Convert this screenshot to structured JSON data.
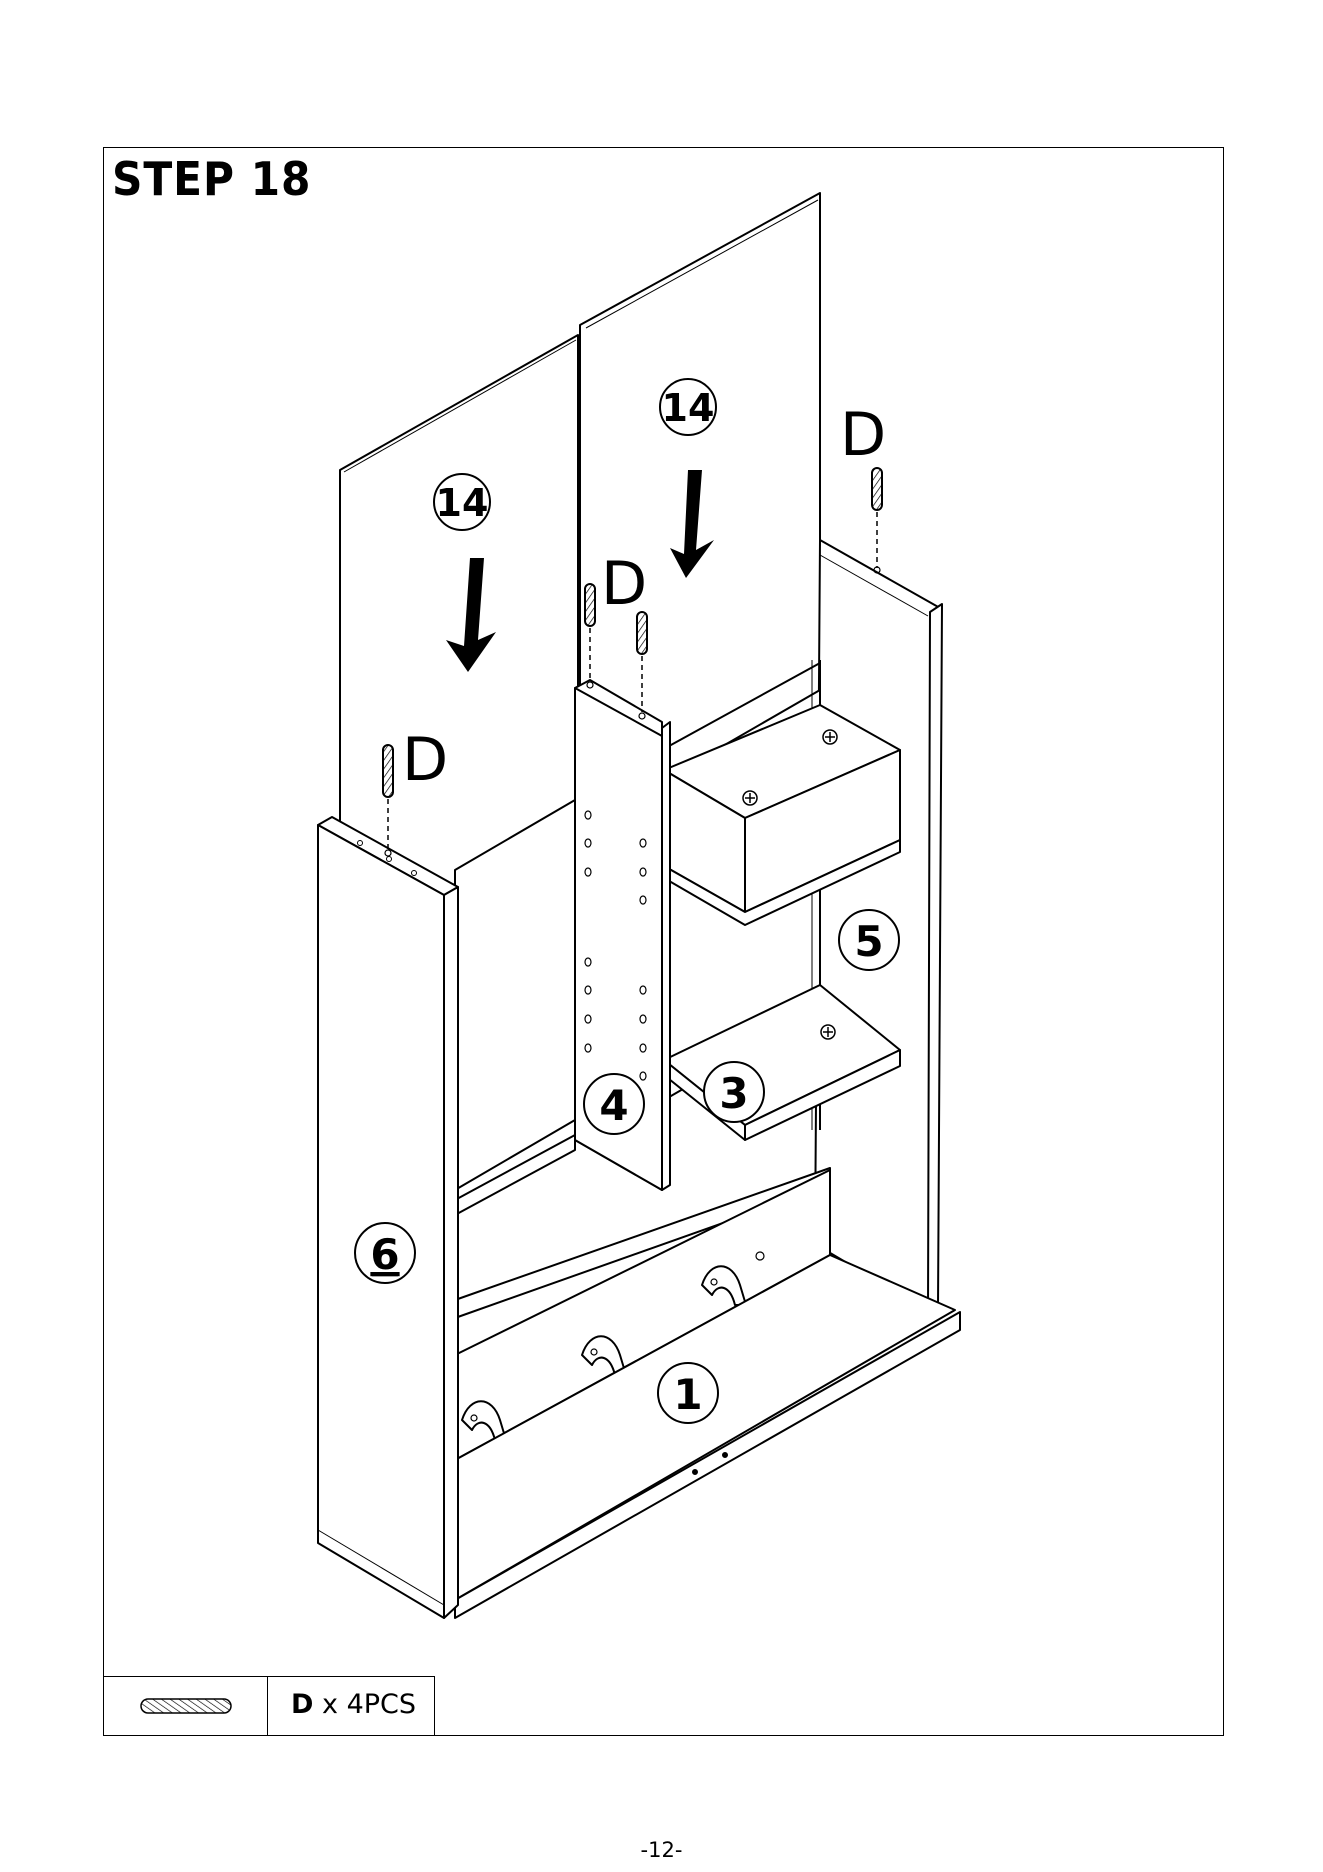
{
  "step": {
    "title": "STEP 18"
  },
  "callouts": {
    "panel_left": "14",
    "panel_right": "14",
    "dowel_top_right": "D",
    "dowel_middle": "D",
    "dowel_left": "D",
    "side_right": "5",
    "divider": "4",
    "shelf": "3",
    "side_left": "6",
    "hook_rail": "1"
  },
  "parts": [
    {
      "icon": "wooden-dowel-icon",
      "letter": "D",
      "quantity": "x 4PCS"
    }
  ],
  "page_number": "-12-"
}
